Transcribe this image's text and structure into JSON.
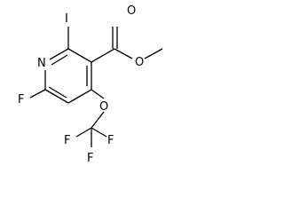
{
  "molecule": {
    "atoms": {
      "n_ring": "N",
      "i_sub": "I",
      "f_ring": "F",
      "o_carbonyl": "O",
      "o_ester": "O",
      "o_ether": "O",
      "f_cf3_left": "F",
      "f_cf3_right": "F",
      "f_cf3_bottom": "F"
    }
  },
  "colors": {
    "bond": "#000000",
    "label": "#000000",
    "background": "#ffffff"
  }
}
